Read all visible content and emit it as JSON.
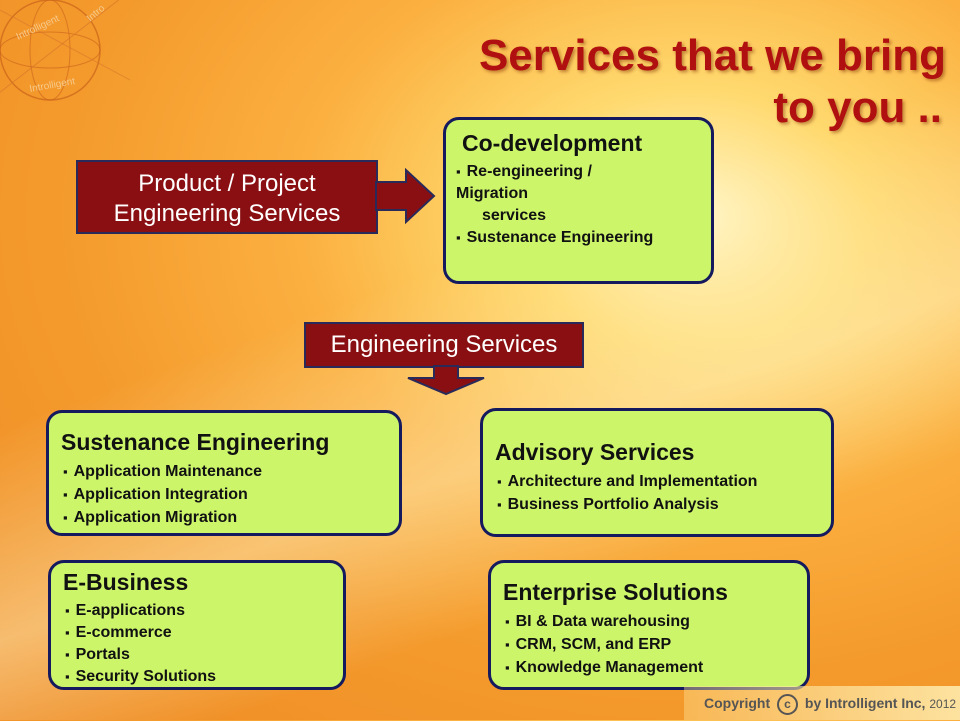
{
  "title": {
    "line1": "Services that we bring",
    "line2": "to you .."
  },
  "logo": {
    "text1": "Introlligent",
    "text2": "Intro",
    "text3": "Introlligent"
  },
  "product_project": {
    "line1": "Product / Project",
    "line2": "Engineering Services"
  },
  "engineering_services": "Engineering Services",
  "codevelopment": {
    "title": "Co-development",
    "items": [
      "Re-engineering /",
      "Migration",
      "services",
      "Sustenance Engineering"
    ]
  },
  "sustenance": {
    "title": "Sustenance Engineering",
    "items": [
      "Application Maintenance",
      "Application Integration",
      "Application Migration"
    ]
  },
  "advisory": {
    "title": "Advisory Services",
    "items": [
      "Architecture and Implementation",
      "Business Portfolio Analysis"
    ]
  },
  "ebusiness": {
    "title": "E-Business",
    "items": [
      "E-applications",
      "E-commerce",
      "Portals",
      "Security Solutions"
    ]
  },
  "enterprise": {
    "title": "Enterprise Solutions",
    "items": [
      "BI & Data warehousing",
      "CRM, SCM, and ERP",
      "Knowledge Management"
    ]
  },
  "copyright": {
    "prefix": "Copyright",
    "symbol": "c",
    "by": "by Introlligent Inc,",
    "year": "2012"
  },
  "colors": {
    "title_red": "#b01010",
    "box_red": "#8a0f12",
    "box_green": "#ccf56a",
    "box_border": "#151a5e"
  }
}
